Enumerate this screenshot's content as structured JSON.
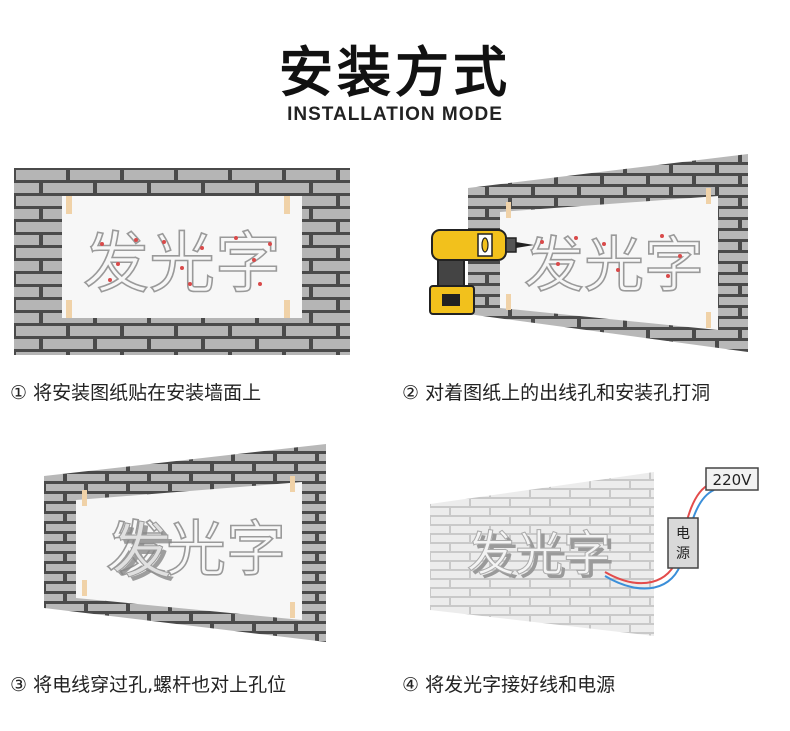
{
  "header": {
    "title": "安装方式",
    "subtitle": "INSTALLATION MODE"
  },
  "steps": [
    {
      "caption": "① 将安装图纸贴在安装墙面上"
    },
    {
      "caption": "② 对着图纸上的出线孔和安装孔打洞"
    },
    {
      "caption": "③ 将电线穿过孔,螺杆也对上孔位"
    },
    {
      "caption": "④ 将发光字接好线和电源"
    }
  ],
  "sign_text": "发光字",
  "power_box": {
    "voltage": "220V",
    "label_line1": "电",
    "label_line2": "源"
  },
  "icons": [
    "brick-wall",
    "drill-icon",
    "power-supply-icon"
  ],
  "colors": {
    "brick": "#b5b5b5",
    "mortar": "#4a4a4a",
    "light_brick": "#e6e6e6",
    "paper": "#f7f7f7",
    "tape": "#f0d2a8",
    "drill_yellow": "#f2c11c",
    "wire_red": "#e34b4b",
    "wire_blue": "#3b8fd9"
  }
}
